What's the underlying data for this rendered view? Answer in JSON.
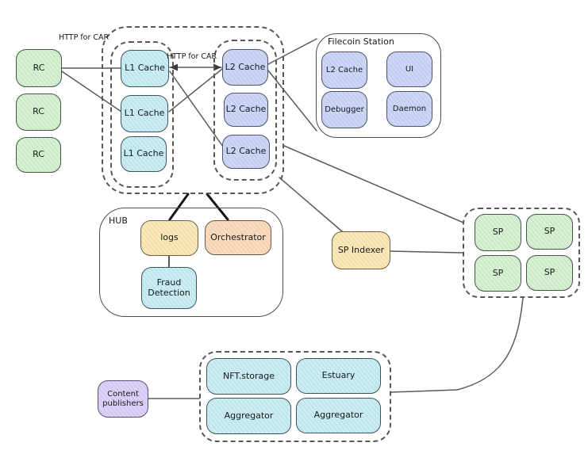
{
  "palette": {
    "node_green": "#d8f0d3",
    "node_cyan": "#cdecf3",
    "node_lavender": "#ced7f6",
    "node_yellow": "#f9e9bc",
    "node_orange": "#f9ddc2",
    "node_purple": "#ded3f6",
    "stroke_dark": "#41464b",
    "connector": "#5a5a5a",
    "thick_connector": "#161616",
    "background": "#ffffff"
  },
  "labels": {
    "http_for_car_left": "HTTP for CAR",
    "http_for_car_mid": "HTTP for CAR",
    "filecoin_station": "Filecoin Station",
    "hub": "HUB"
  },
  "nodes": {
    "rc_1": "RC",
    "rc_2": "RC",
    "rc_3": "RC",
    "l1_cache_1": "L1 Cache",
    "l1_cache_2": "L1 Cache",
    "l1_cache_3": "L1 Cache",
    "l2_cache_1": "L2 Cache",
    "l2_cache_2": "L2 Cache",
    "l2_cache_3": "L2 Cache",
    "station_l2_cache": "L2 Cache",
    "station_ui": "UI",
    "station_debugger": "Debugger",
    "station_daemon": "Daemon",
    "logs": "logs",
    "orchestrator": "Orchestrator",
    "fraud_detection": "Fraud\nDetection",
    "sp_indexer": "SP Indexer",
    "sp_1": "SP",
    "sp_2": "SP",
    "sp_3": "SP",
    "sp_4": "SP",
    "content_publishers": "Content\npublishers",
    "nft_storage": "NFT.storage",
    "estuary": "Estuary",
    "aggregator_1": "Aggregator",
    "aggregator_2": "Aggregator"
  }
}
